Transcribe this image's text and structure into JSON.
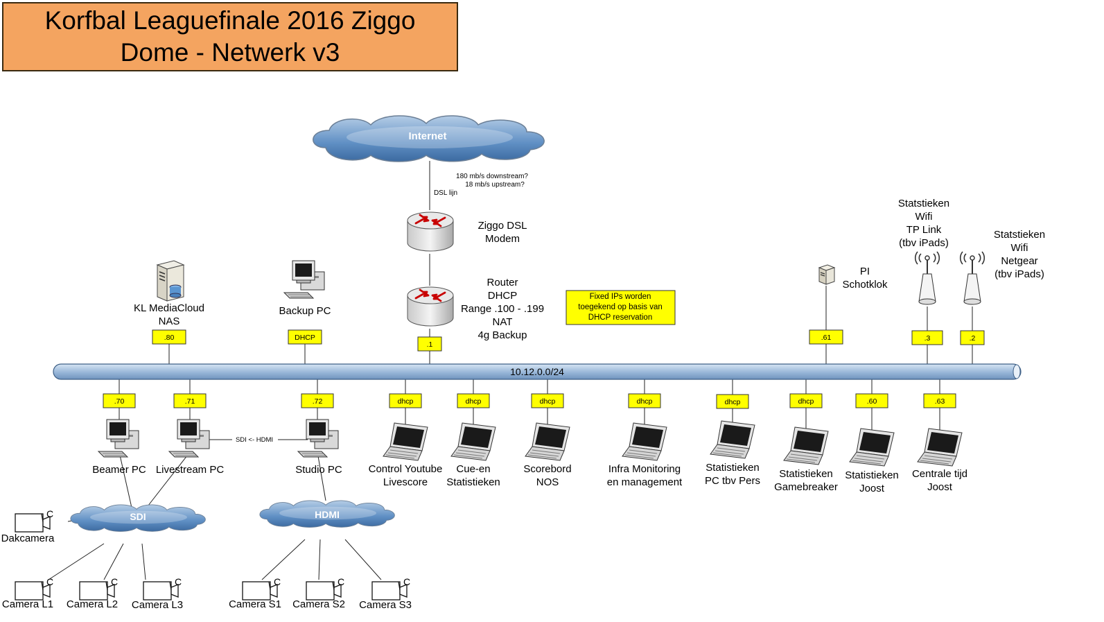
{
  "title": "Korfbal Leaguefinale 2016 Ziggo Dome - Netwerk v3",
  "colors": {
    "title_bg": "#F4A460",
    "tag_bg": "#FFFF00",
    "bus": "#A9C4E2",
    "cloud": "#7EA6D1"
  },
  "internet": {
    "label": "Internet",
    "downstream": "180 mb/s downstream?",
    "upstream": "18 mb/s upstream?",
    "link": "DSL lijn"
  },
  "modem": {
    "icon": "router-icon",
    "line1": "Ziggo DSL",
    "line2": "Modem"
  },
  "router": {
    "icon": "router-icon",
    "lines": [
      "Router",
      "DHCP",
      "Range .100 - .199",
      "NAT",
      "4g Backup"
    ],
    "ip": ".1"
  },
  "note": [
    "Fixed IPs worden",
    "toegekend op basis van",
    "DHCP reservation"
  ],
  "bus": {
    "subnet": "10.12.0.0/24"
  },
  "top_nodes": [
    {
      "icon": "server-icon",
      "lines": [
        "KL MediaCloud",
        "NAS"
      ],
      "ip": ".80"
    },
    {
      "icon": "desktop-pc-icon",
      "lines": [
        "Backup PC"
      ],
      "ip": "DHCP"
    },
    {
      "icon": "small-server-icon",
      "lines": [
        "PI",
        "Schotklok"
      ],
      "ip": ".61"
    },
    {
      "icon": "wifi-access-point-icon",
      "lines": [
        "Statstieken",
        "Wifi",
        "TP Link",
        "(tbv iPads)"
      ],
      "ip": ".3"
    },
    {
      "icon": "wifi-access-point-icon",
      "lines": [
        "Statstieken",
        "Wifi",
        "Netgear",
        "(tbv iPads)"
      ],
      "ip": ".2"
    }
  ],
  "bottom_pcs": [
    {
      "icon": "desktop-pc-icon",
      "lines": [
        "Beamer PC"
      ],
      "ip": ".70"
    },
    {
      "icon": "desktop-pc-icon",
      "lines": [
        "Livestream PC"
      ],
      "ip": ".71"
    },
    {
      "icon": "desktop-pc-icon",
      "lines": [
        "Studio PC"
      ],
      "ip": ".72"
    }
  ],
  "sdi_link": "SDI <- HDMI",
  "laptops": [
    {
      "icon": "laptop-icon",
      "lines": [
        "Control Youtube",
        "Livescore"
      ],
      "ip": "dhcp"
    },
    {
      "icon": "laptop-icon",
      "lines": [
        "Cue-en",
        "Statistieken"
      ],
      "ip": "dhcp"
    },
    {
      "icon": "laptop-icon",
      "lines": [
        "Scorebord",
        "NOS"
      ],
      "ip": "dhcp"
    },
    {
      "icon": "laptop-icon",
      "lines": [
        "Infra Monitoring",
        "en management"
      ],
      "ip": "dhcp"
    },
    {
      "icon": "laptop-icon",
      "lines": [
        "Statistieken",
        "PC tbv Pers"
      ],
      "ip": "dhcp"
    },
    {
      "icon": "laptop-icon",
      "lines": [
        "Statistieken",
        "Gamebreaker"
      ],
      "ip": "dhcp"
    },
    {
      "icon": "laptop-icon",
      "lines": [
        "Statistieken",
        "Joost"
      ],
      "ip": ".60"
    },
    {
      "icon": "laptop-icon",
      "lines": [
        "Centrale tijd",
        "Joost"
      ],
      "ip": ".63"
    }
  ],
  "clouds": {
    "sdi": "SDI",
    "hdmi": "HDMI"
  },
  "camera_glyph": "C",
  "sdi_cameras": [
    "Dakcamera",
    "Camera L1",
    "Camera L2",
    "Camera L3"
  ],
  "hdmi_cameras": [
    "Camera S1",
    "Camera S2",
    "Camera S3"
  ]
}
